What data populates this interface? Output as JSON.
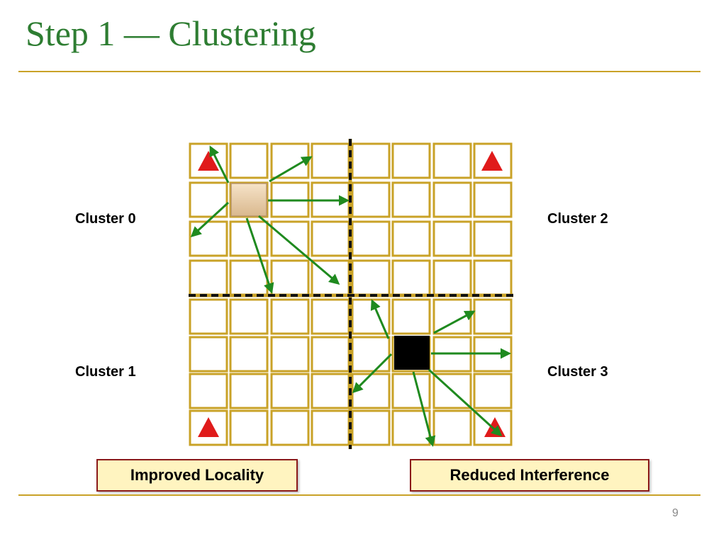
{
  "slide": {
    "title": "Step 1 — Clustering",
    "page_number": "9"
  },
  "clusters": {
    "c0": "Cluster 0",
    "c1": "Cluster 1",
    "c2": "Cluster 2",
    "c3": "Cluster 3"
  },
  "callouts": {
    "left": "Improved Locality",
    "right": "Reduced Interference"
  },
  "colors": {
    "title": "#2e7d32",
    "rule": "#c9a227",
    "cell_border": "#c9a227",
    "arrow": "#1f8a1f",
    "triangle": "#e01b1b",
    "callout_border": "#8b1a1a",
    "callout_fill": "#fff4c0",
    "node_tan": "#e8c9a0",
    "node_black": "#000000"
  }
}
